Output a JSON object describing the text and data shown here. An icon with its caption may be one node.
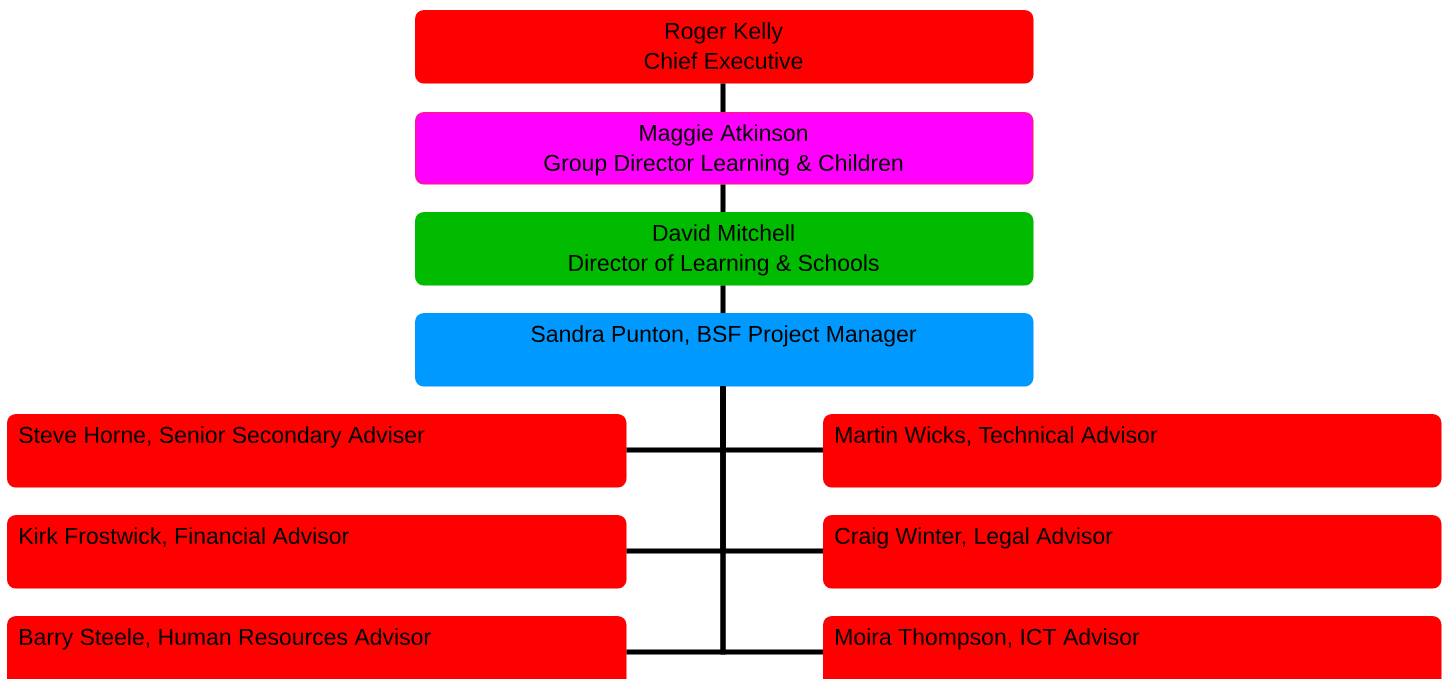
{
  "diagram": {
    "nodes": [
      {
        "text": [
          "Roger Kelly",
          "Chief Executive"
        ]
      },
      {
        "text": [
          "Maggie Atkinson",
          "Group Director Learning & Children"
        ]
      },
      {
        "text": [
          "David Mitchell",
          "Director of Learning & Schools"
        ]
      },
      {
        "text": [
          "Sandra Punton, BSF Project Manager"
        ]
      },
      {
        "text": [
          "Steve Horne, Senior Secondary Adviser"
        ]
      },
      {
        "text": [
          "Martin Wicks, Technical Advisor"
        ]
      },
      {
        "text": [
          "Kirk Frostwick, Financial Advisor"
        ]
      },
      {
        "text": [
          "Craig Winter, Legal Advisor"
        ]
      },
      {
        "text": [
          "Barry Steele, Human Resources Advisor"
        ]
      },
      {
        "text": [
          "Moira Thompson, ICT Advisor"
        ]
      }
    ],
    "edges": [
      {
        "from": 0,
        "to": 1,
        "arrow": "none"
      },
      {
        "from": 1,
        "to": 2,
        "arrow": "none"
      },
      {
        "from": 2,
        "to": 3,
        "arrow": "none"
      },
      {
        "from": 3,
        "to": 4,
        "arrow": "none"
      },
      {
        "from": 3,
        "to": 5,
        "arrow": "none"
      },
      {
        "from": 3,
        "to": 6,
        "arrow": "none"
      },
      {
        "from": 3,
        "to": 7,
        "arrow": "none"
      },
      {
        "from": 3,
        "to": 8,
        "arrow": "none"
      },
      {
        "from": 3,
        "to": 9,
        "arrow": "none"
      }
    ]
  }
}
